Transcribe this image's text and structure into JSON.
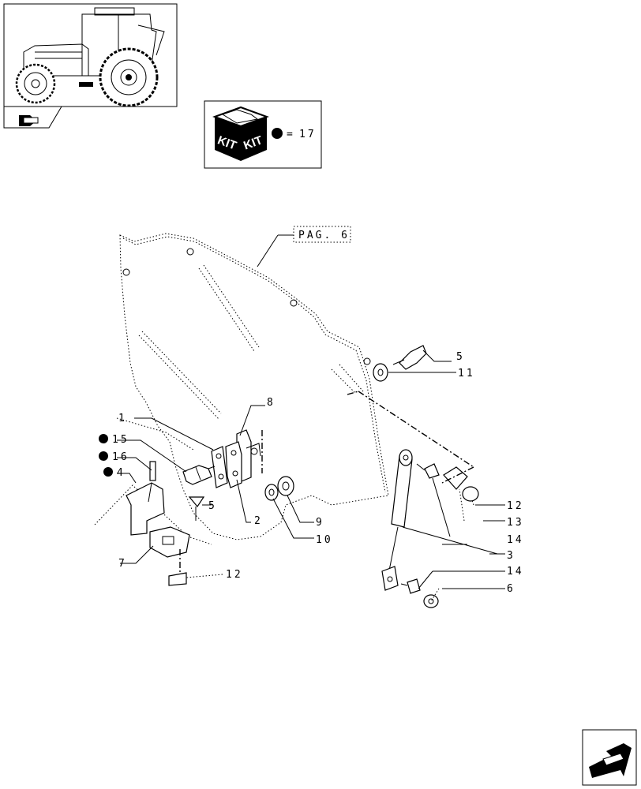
{
  "kit": {
    "badge_left": "KIT",
    "badge_right": "KIT",
    "equals": "=",
    "quantity": "17"
  },
  "page_ref": "PAG. 6",
  "callouts": [
    {
      "id": "c1",
      "text": "1",
      "marked": false
    },
    {
      "id": "c15",
      "text": "15",
      "marked": true
    },
    {
      "id": "c16",
      "text": "16",
      "marked": true
    },
    {
      "id": "c4",
      "text": "4",
      "marked": true
    },
    {
      "id": "c8",
      "text": "8",
      "marked": false
    },
    {
      "id": "c2",
      "text": "2",
      "marked": false
    },
    {
      "id": "c5a",
      "text": "5",
      "marked": false
    },
    {
      "id": "c5b",
      "text": "5",
      "marked": false
    },
    {
      "id": "c11",
      "text": "11",
      "marked": false
    },
    {
      "id": "c9",
      "text": "9",
      "marked": false
    },
    {
      "id": "c10",
      "text": "10",
      "marked": false
    },
    {
      "id": "c7",
      "text": "7",
      "marked": false
    },
    {
      "id": "c12a",
      "text": "12",
      "marked": false
    },
    {
      "id": "c12b",
      "text": "12",
      "marked": false
    },
    {
      "id": "c13",
      "text": "13",
      "marked": false
    },
    {
      "id": "c14a",
      "text": "14",
      "marked": false
    },
    {
      "id": "c3",
      "text": "3",
      "marked": false
    },
    {
      "id": "c14b",
      "text": "14",
      "marked": false
    },
    {
      "id": "c6",
      "text": "6",
      "marked": false
    }
  ],
  "icons": {
    "top_left": "tractor-thumbnail-icon",
    "folder": "folder-arrow-icon",
    "kit": "kit-box-icon",
    "nav": "next-page-arrow-icon"
  }
}
